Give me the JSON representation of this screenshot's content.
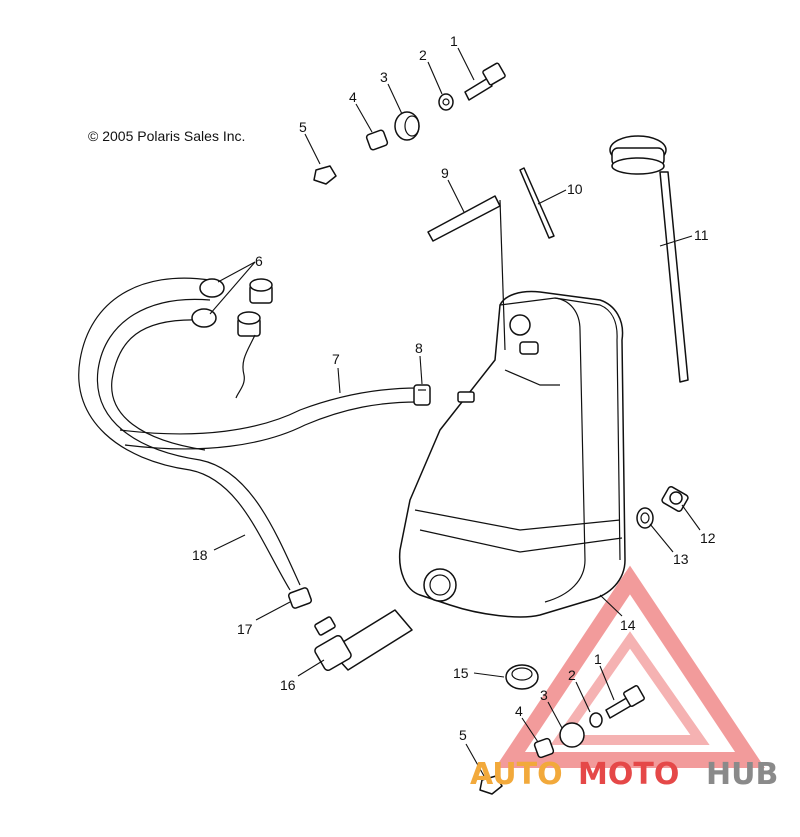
{
  "copyright": "© 2005 Polaris Sales Inc.",
  "labels": [
    {
      "id": "1",
      "text": "1"
    },
    {
      "id": "2",
      "text": "2"
    },
    {
      "id": "3",
      "text": "3"
    },
    {
      "id": "4",
      "text": "4"
    },
    {
      "id": "5",
      "text": "5"
    },
    {
      "id": "6",
      "text": "6"
    },
    {
      "id": "7",
      "text": "7"
    },
    {
      "id": "8",
      "text": "8"
    },
    {
      "id": "9",
      "text": "9"
    },
    {
      "id": "10",
      "text": "10"
    },
    {
      "id": "11",
      "text": "11"
    },
    {
      "id": "12",
      "text": "12"
    },
    {
      "id": "13",
      "text": "13"
    },
    {
      "id": "14",
      "text": "14"
    },
    {
      "id": "15",
      "text": "15"
    },
    {
      "id": "16",
      "text": "16"
    },
    {
      "id": "17",
      "text": "17"
    },
    {
      "id": "18",
      "text": "18"
    },
    {
      "id": "1b",
      "text": "1"
    },
    {
      "id": "2b",
      "text": "2"
    },
    {
      "id": "3b",
      "text": "3"
    },
    {
      "id": "4b",
      "text": "4"
    },
    {
      "id": "5b",
      "text": "5"
    }
  ],
  "watermark": {
    "part1": "AUTO",
    "part2": "MOTO",
    "part3": "HUB",
    "color_orange": "#f2a93b",
    "color_red": "#e54848",
    "color_gray": "#8a8a8a"
  }
}
